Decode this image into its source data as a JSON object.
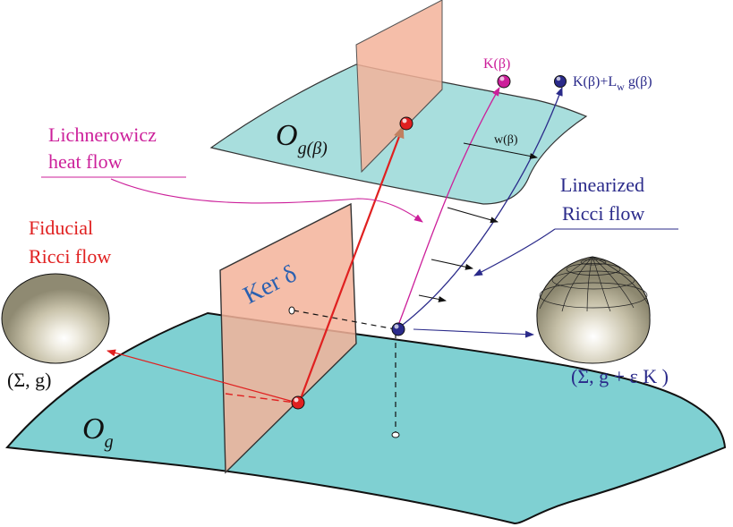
{
  "labels": {
    "k_beta": "K(β)",
    "k_lie_prefix": "K(β)+L",
    "k_lie_sub": "w",
    "k_lie_suffix": " g(β)",
    "w_beta": "w(β)",
    "orbit_top_main": "O",
    "orbit_top_sub": "g(β)",
    "orbit_bottom_main": "O",
    "orbit_bottom_sub": "g",
    "ker_delta": "Ker  δ",
    "lichnerowicz_line1": "Lichnerowicz",
    "lichnerowicz_line2": "heat flow",
    "linearized_line1": "Linearized",
    "linearized_line2": "Ricci flow",
    "fiducial_line1": "Fiducial",
    "fiducial_line2": "Ricci flow",
    "sigma_g": "(Σ, g)",
    "sigma_g_eps": "(Σ, g + ε K )"
  },
  "colors": {
    "magenta": "#cc1f9a",
    "navy": "#2a2a8a",
    "red": "#e02020",
    "teal_plane": "#7fd0d2",
    "teal_plane_top": "#a8dedd",
    "salmon_plane": "#f3b39a",
    "sphere": "#c9c3ab"
  },
  "icons": {
    "left_sphere": "sphere-icon",
    "right_sphere": "deformed-sphere-icon"
  }
}
